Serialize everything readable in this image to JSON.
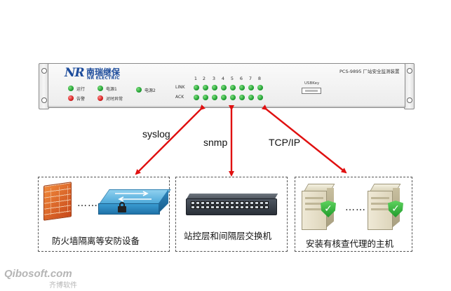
{
  "device": {
    "logo_mark": "NR",
    "logo_cn": "南瑞继保",
    "logo_en": "NR ELECTRIC",
    "model": "PCS-9895 厂站安全监测装置",
    "indicators": [
      {
        "label": "运行",
        "color": "green"
      },
      {
        "label": "电源1",
        "color": "green"
      },
      {
        "label": "电源2",
        "color": "green"
      },
      {
        "label": "告警",
        "color": "red"
      },
      {
        "label": "对时异常",
        "color": "red"
      }
    ],
    "port_numbers": [
      "1",
      "2",
      "3",
      "4",
      "5",
      "6",
      "7",
      "8"
    ],
    "port_rows": [
      "LINK",
      "ACK"
    ],
    "usb_label": "USBKey"
  },
  "connections": {
    "left": "syslog",
    "middle": "snmp",
    "right": "TCP/IP"
  },
  "boxes": {
    "left_caption": "防火墙隔离等安防设备",
    "middle_caption": "站控层和间隔层交换机",
    "right_caption": "安装有核查代理的主机",
    "left_dots": "……",
    "right_dots": "……"
  },
  "colors": {
    "arrow": "#e01010",
    "logo": "#1c4b9b",
    "led_green": "#1b9b2e",
    "led_red": "#d01818"
  },
  "watermark": {
    "main": "Qibosoft.com",
    "cn": "齐博软件"
  }
}
